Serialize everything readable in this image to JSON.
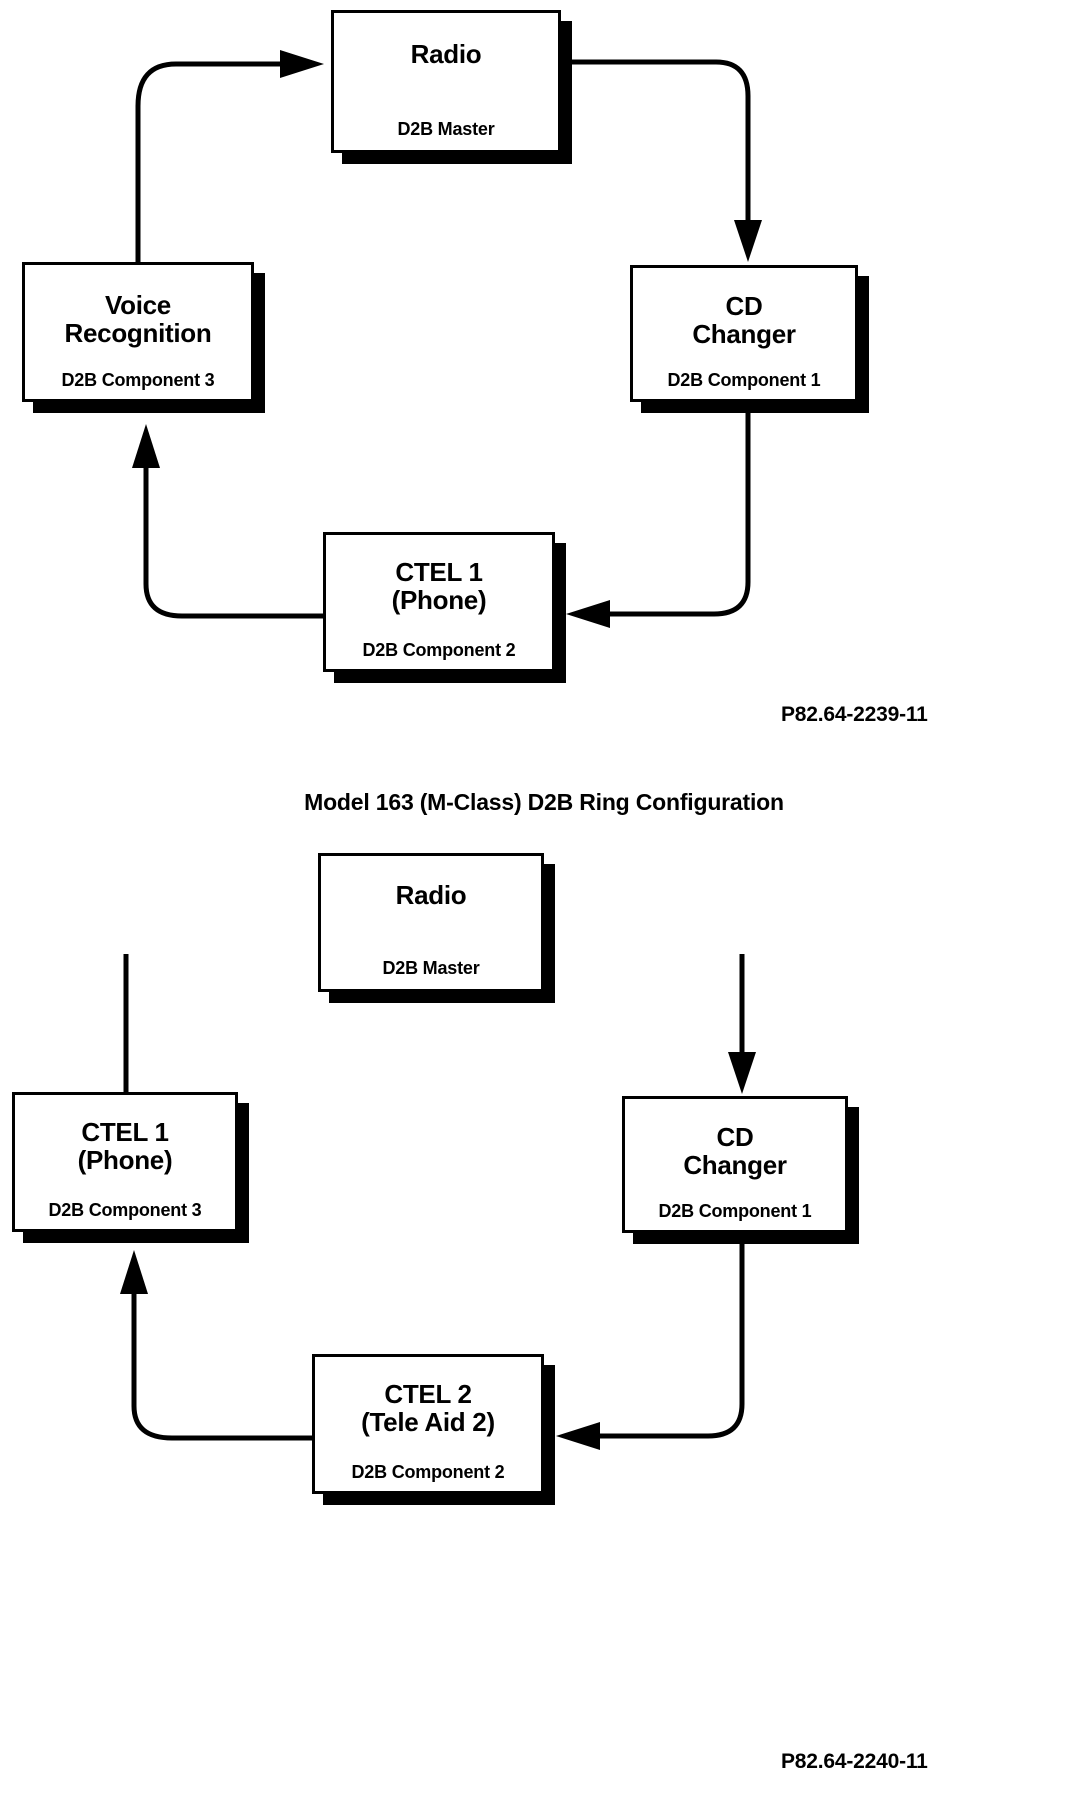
{
  "section_title": "Model 163 (M-Class) D2B Ring Configuration",
  "diagrams": [
    {
      "id": "diagram-1",
      "caption": "P82.64-2239-11",
      "nodes": [
        {
          "key": "radio",
          "title": "Radio",
          "subtitle": "D2B Master"
        },
        {
          "key": "cd",
          "title": "CD\nChanger",
          "subtitle": "D2B Component 1"
        },
        {
          "key": "ctel1",
          "title": "CTEL 1\n(Phone)",
          "subtitle": "D2B Component 2"
        },
        {
          "key": "voice",
          "title": "Voice\nRecognition",
          "subtitle": "D2B Component 3"
        }
      ],
      "flow": [
        "radio",
        "cd",
        "ctel1",
        "voice",
        "radio"
      ]
    },
    {
      "id": "diagram-2",
      "caption": "P82.64-2240-11",
      "nodes": [
        {
          "key": "radio",
          "title": "Radio",
          "subtitle": "D2B Master"
        },
        {
          "key": "cd",
          "title": "CD\nChanger",
          "subtitle": "D2B Component 1"
        },
        {
          "key": "ctel2",
          "title": "CTEL 2\n(Tele Aid 2)",
          "subtitle": "D2B Component 2"
        },
        {
          "key": "ctel1",
          "title": "CTEL 1\n(Phone)",
          "subtitle": "D2B Component 3"
        }
      ],
      "flow": [
        "radio",
        "cd",
        "ctel2",
        "ctel1",
        "radio"
      ]
    }
  ],
  "colors": {
    "ink": "#000000",
    "paper": "#ffffff"
  }
}
